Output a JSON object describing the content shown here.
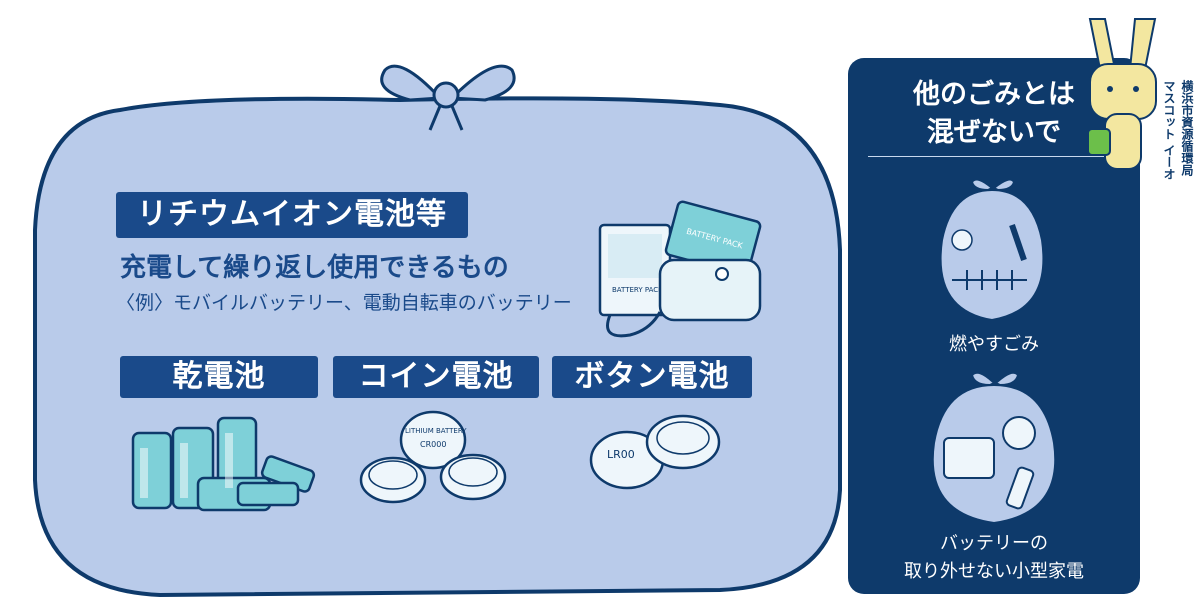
{
  "bag": {
    "lithium": {
      "tag": "リチウムイオン電池等",
      "description": "充電して繰り返し使用できるもの",
      "example": "〈例〉モバイルバッテリー、電動自転車のバッテリー"
    },
    "dry_cell": {
      "tag": "乾電池"
    },
    "coin_cell": {
      "tag": "コイン電池",
      "battery_text_1": "LITHIUM BATTERY",
      "battery_text_2": "CR000"
    },
    "button_cell": {
      "tag": "ボタン電池",
      "battery_text": "LR00"
    },
    "battery_pack_text": "BATTERY PACK",
    "battery_label_text": "BATTERY PACK"
  },
  "side_panel": {
    "title": "他のごみとは\n混ぜないで",
    "burnable_label": "燃やすごみ",
    "appliance_label": "バッテリーの\n取り外せない小型家電"
  },
  "mascot": {
    "caption": "横浜市資源循環局\nマスコット イーオ"
  },
  "colors": {
    "navy": "#1a4a8a",
    "dark_panel": "#0e3a6b",
    "bag_fill": "#b9cbea",
    "accent_teal": "#7ed0d8"
  }
}
